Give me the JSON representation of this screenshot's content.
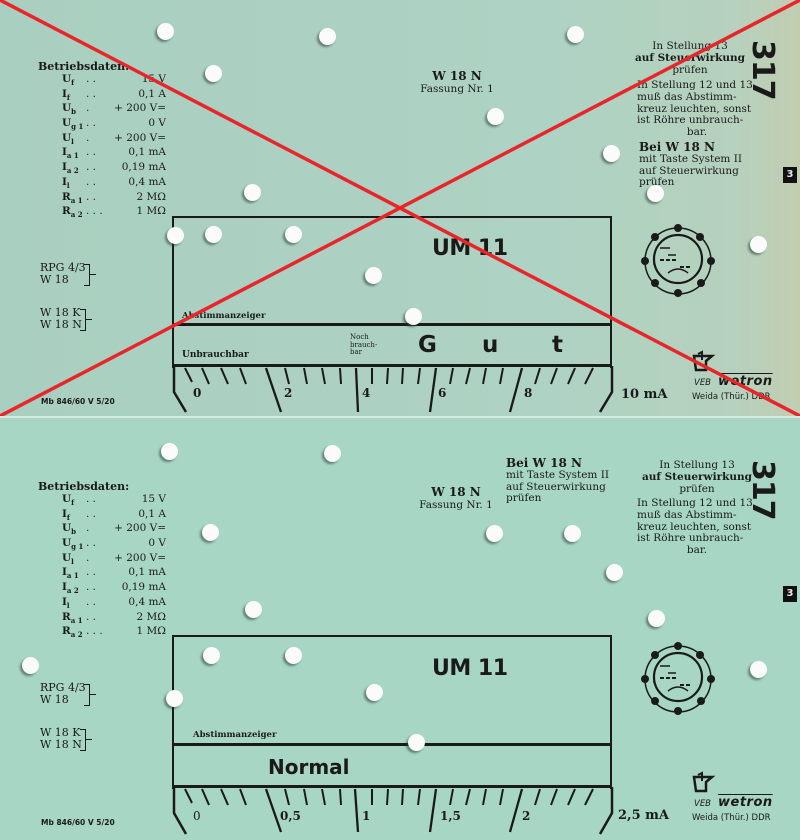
{
  "cards": [
    {
      "id": "top",
      "crossed_out": true,
      "cross_color": "#e8252a",
      "operating_data": {
        "title": "Betriebsdaten:",
        "rows": [
          {
            "sym": "U",
            "sub": "f",
            "dots": ". .",
            "value": "15 V"
          },
          {
            "sym": "I",
            "sub": "f",
            "dots": ". .",
            "value": "0,1 A"
          },
          {
            "sym": "U",
            "sub": "b",
            "dots": ".",
            "value": "+ 200 V="
          },
          {
            "sym": "U",
            "sub": "g 1",
            "dots": ". .",
            "value": "0 V"
          },
          {
            "sym": "U",
            "sub": "l",
            "dots": ".",
            "value": "+ 200 V="
          },
          {
            "sym": "I",
            "sub": "a 1",
            "dots": ". .",
            "value": "0,1 mA"
          },
          {
            "sym": "I",
            "sub": "a 2",
            "dots": ". .",
            "value": "0,19 mA"
          },
          {
            "sym": "I",
            "sub": "l",
            "dots": ". .",
            "value": "0,4 mA"
          },
          {
            "sym": "R",
            "sub": "a 1",
            "dots": ". .",
            "value": "2 MΩ"
          },
          {
            "sym": "R",
            "sub": "a 2",
            "dots": ". . .",
            "value": "1 MΩ"
          }
        ]
      },
      "socket": {
        "tube": "W 18 N",
        "label": "Fassung Nr. 1"
      },
      "instruction_main": [
        "In Stellung 13",
        "auf Steuerwirkung",
        "prüfen",
        "In Stellung 12 und 13",
        "muß das Abstimm-",
        "kreuz leuchten, sonst",
        "ist Röhre unbrauch-",
        "bar."
      ],
      "instruction_system": [
        "Bei W 18 N",
        "mit Taste System II",
        "auf Steuerwirkung",
        "prüfen"
      ],
      "card_number": "317",
      "tab_number": "3",
      "equivalents": [
        [
          "RPG 4/3",
          "W 18"
        ],
        [
          "W 18 K",
          "W 18 N"
        ]
      ],
      "print_code": "Mb 846/60 V 5/20",
      "tube_type": "UM 11",
      "indicator_label": "Abstimmanzeiger",
      "zones": {
        "bad": "Unbrauchbar",
        "marginal": [
          "Noch",
          "brauch-",
          "bar"
        ],
        "good": [
          "G",
          "u",
          "t"
        ]
      },
      "scale": {
        "ticks": [
          "0",
          "2",
          "4",
          "6",
          "8"
        ],
        "unit": "10 mA"
      },
      "manufacturer": {
        "veb": "VEB",
        "brand": "wetron",
        "location": "Weida (Thür.) DDR"
      }
    },
    {
      "id": "bottom",
      "crossed_out": false,
      "operating_data": {
        "title": "Betriebsdaten:",
        "rows": [
          {
            "sym": "U",
            "sub": "f",
            "dots": ". .",
            "value": "15 V"
          },
          {
            "sym": "I",
            "sub": "f",
            "dots": ". .",
            "value": "0,1 A"
          },
          {
            "sym": "U",
            "sub": "b",
            "dots": ".",
            "value": "+ 200 V="
          },
          {
            "sym": "U",
            "sub": "g 1",
            "dots": ". .",
            "value": "0 V"
          },
          {
            "sym": "U",
            "sub": "l",
            "dots": ".",
            "value": "+ 200 V="
          },
          {
            "sym": "I",
            "sub": "a 1",
            "dots": ". .",
            "value": "0,1 mA"
          },
          {
            "sym": "I",
            "sub": "a 2",
            "dots": ". .",
            "value": "0,19 mA"
          },
          {
            "sym": "I",
            "sub": "l",
            "dots": ". .",
            "value": "0,4 mA"
          },
          {
            "sym": "R",
            "sub": "a 1",
            "dots": ". .",
            "value": "2 MΩ"
          },
          {
            "sym": "R",
            "sub": "a 2",
            "dots": ". . .",
            "value": "1 MΩ"
          }
        ]
      },
      "socket": {
        "tube": "W 18 N",
        "label": "Fassung Nr. 1"
      },
      "instruction_main": [
        "In Stellung 13",
        "auf Steuerwirkung",
        "prüfen",
        "In Stellung 12 und 13",
        "muß das Abstimm-",
        "kreuz leuchten, sonst",
        "ist Röhre unbrauch-",
        "bar."
      ],
      "instruction_system": [
        "Bei W 18 N",
        "mit Taste System II",
        "auf Steuerwirkung",
        "prüfen"
      ],
      "card_number": "317",
      "tab_number": "3",
      "equivalents": [
        [
          "RPG 4/3",
          "W 18"
        ],
        [
          "W 18 K",
          "W 18 N"
        ]
      ],
      "print_code": "Mb 846/60 V 5/20",
      "tube_type": "UM 11",
      "indicator_label": "Abstimmanzeiger",
      "zones": {
        "normal": "Normal"
      },
      "scale": {
        "ticks": [
          "0",
          "0,5",
          "1",
          "1,5",
          "2"
        ],
        "unit": "2,5 mA"
      },
      "manufacturer": {
        "veb": "VEB",
        "brand": "wetron",
        "location": "Weida (Thür.) DDR"
      }
    }
  ]
}
